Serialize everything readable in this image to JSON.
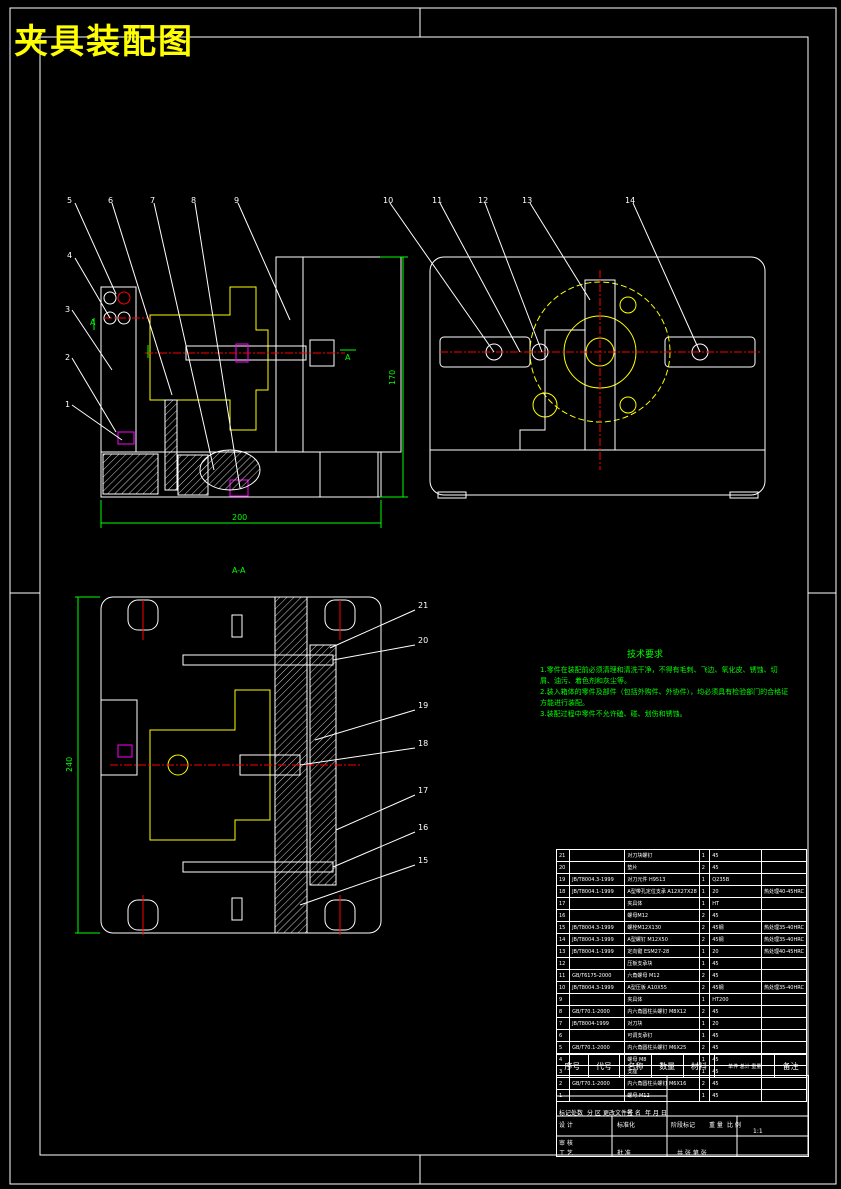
{
  "title": "夹具装配图",
  "side_view": {
    "callouts": [
      "1",
      "2",
      "3",
      "4",
      "5",
      "6",
      "7",
      "8",
      "9"
    ],
    "dim_width": "200",
    "dim_height": "170",
    "section_mark": "A"
  },
  "top_view": {
    "callouts": [
      "10",
      "11",
      "12",
      "13",
      "14"
    ]
  },
  "section_view": {
    "label": "A-A",
    "dim_height": "240",
    "callouts": [
      "21",
      "20",
      "19",
      "18",
      "17",
      "16",
      "15"
    ]
  },
  "tech_req": {
    "heading": "技术要求",
    "lines": [
      "1.零件在装配前必须清理和清洗干净，不得有毛刺、飞边、氧化皮、锈蚀、切屑、油污、着色剂和灰尘等。",
      "2.装入箱体的零件及部件（包括外购件、外协件），均必须具有检验部门的合格证方能进行装配。",
      "3.装配过程中零件不允许磕、碰、划伤和锈蚀。"
    ]
  },
  "bom": {
    "rows": [
      {
        "no": "21",
        "code": "",
        "name": "对刀块螺钉",
        "qty": "1",
        "material": "45",
        "note": ""
      },
      {
        "no": "20",
        "code": "",
        "name": "垫片",
        "qty": "2",
        "material": "45",
        "note": ""
      },
      {
        "no": "19",
        "code": "JB/T8004.3-1999",
        "name": "对刀元件 H9513",
        "qty": "1",
        "material": "Q235B",
        "note": ""
      },
      {
        "no": "18",
        "code": "JB/T8004.1-1999",
        "name": "A型带孔定位支承 A12X27X28",
        "qty": "1",
        "material": "20",
        "note": "热处理40-45HRC"
      },
      {
        "no": "17",
        "code": "",
        "name": "夹具体",
        "qty": "1",
        "material": "HT",
        "note": ""
      },
      {
        "no": "16",
        "code": "",
        "name": "螺母M12",
        "qty": "2",
        "material": "45",
        "note": ""
      },
      {
        "no": "15",
        "code": "JB/T8004.3-1999",
        "name": "螺栓M12X130",
        "qty": "2",
        "material": "45钢",
        "note": "热处理35-40HRC"
      },
      {
        "no": "14",
        "code": "JB/T8004.3-1999",
        "name": "A型螺钉 M12X50",
        "qty": "2",
        "material": "45钢",
        "note": "热处理35-40HRC"
      },
      {
        "no": "13",
        "code": "JB/T8004.1-1999",
        "name": "定向键 ESM27-28",
        "qty": "1",
        "material": "20",
        "note": "热处理40-45HRC"
      },
      {
        "no": "12",
        "code": "",
        "name": "压板支承块",
        "qty": "1",
        "material": "45",
        "note": ""
      },
      {
        "no": "11",
        "code": "GB/T6175-2000",
        "name": "六角螺母 M12",
        "qty": "2",
        "material": "45",
        "note": ""
      },
      {
        "no": "10",
        "code": "JB/T8004.3-1999",
        "name": "A型压板 A10X55",
        "qty": "2",
        "material": "45钢",
        "note": "热处理35-40HRC"
      },
      {
        "no": "9",
        "code": "",
        "name": "夹具体",
        "qty": "1",
        "material": "HT200",
        "note": ""
      },
      {
        "no": "8",
        "code": "GB/T70.1-2000",
        "name": "内六角圆柱头螺钉 M8X12",
        "qty": "2",
        "material": "45",
        "note": ""
      },
      {
        "no": "7",
        "code": "JB/T8004-1999",
        "name": "对刀块",
        "qty": "1",
        "material": "20",
        "note": ""
      },
      {
        "no": "6",
        "code": "",
        "name": "可调支承钉",
        "qty": "1",
        "material": "45",
        "note": ""
      },
      {
        "no": "5",
        "code": "GB/T70.1-2000",
        "name": "内六角圆柱头螺钉 M6X25",
        "qty": "2",
        "material": "45",
        "note": ""
      },
      {
        "no": "4",
        "code": "",
        "name": "螺母 M8",
        "qty": "1",
        "material": "45",
        "note": ""
      },
      {
        "no": "3",
        "code": "",
        "name": "支座",
        "qty": "1",
        "material": "45",
        "note": ""
      },
      {
        "no": "2",
        "code": "GB/T70.1-2000",
        "name": "内六角圆柱头螺钉 M6X16",
        "qty": "2",
        "material": "45",
        "note": ""
      },
      {
        "no": "1",
        "code": "",
        "name": "螺母 M12",
        "qty": "1",
        "material": "45",
        "note": ""
      }
    ],
    "header": {
      "no": "序号",
      "code": "代号",
      "name": "名称",
      "qty": "数量",
      "material": "材料",
      "weight": "单件 总计 重量",
      "note": "备注"
    }
  },
  "title_block": {
    "labels": [
      "标记",
      "处数",
      "分 区",
      "更改文件号",
      "签 名",
      "年 月 日",
      "设 计",
      "标准化",
      "阶段标记",
      "重 量",
      "比 例",
      "审 核",
      "工 艺",
      "批 准",
      "共  张 第  张"
    ],
    "scale": "1:1"
  }
}
